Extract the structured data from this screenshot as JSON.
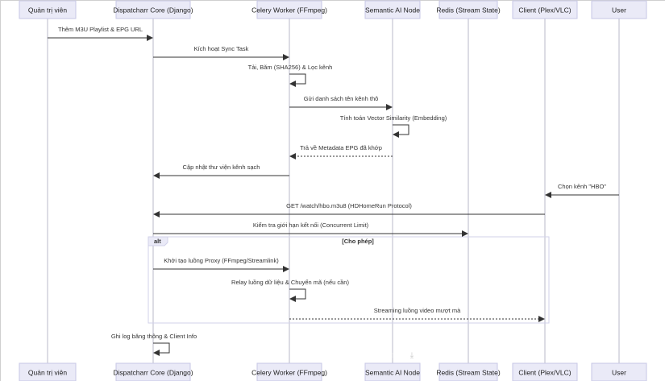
{
  "participants": [
    "Quản trị viên",
    "Dispatcharr Core (Django)",
    "Celery Worker (FFmpeg)",
    "Semantic AI Node",
    "Redis (Stream State)",
    "Client (Plex/VLC)",
    "User"
  ],
  "messages": [
    {
      "label": "Thêm M3U Playlist & EPG URL",
      "from": 0,
      "to": 1,
      "style": "solid"
    },
    {
      "label": "Kích hoạt Sync Task",
      "from": 1,
      "to": 2,
      "style": "solid"
    },
    {
      "label": "Tải, Băm (SHA256) & Lọc kênh",
      "from": 2,
      "to": 2,
      "style": "self"
    },
    {
      "label": "Gửi danh sách tên kênh thô",
      "from": 2,
      "to": 3,
      "style": "solid"
    },
    {
      "label": "Tính toán Vector Similarity (Embedding)",
      "from": 3,
      "to": 3,
      "style": "self"
    },
    {
      "label": "Trả về Metadata EPG đã khớp",
      "from": 3,
      "to": 2,
      "style": "dotted"
    },
    {
      "label": "Cập nhật thư viện kênh sạch",
      "from": 2,
      "to": 1,
      "style": "solid"
    },
    {
      "label": "Chọn kênh \"HBO\"",
      "from": 6,
      "to": 5,
      "style": "solid"
    },
    {
      "label": "GET /watch/hbo.m3u8 (HDHomeRun Protocol)",
      "from": 5,
      "to": 1,
      "style": "solid"
    },
    {
      "label": "Kiểm tra giới hạn kết nối (Concurrent Limit)",
      "from": 1,
      "to": 4,
      "style": "solid"
    },
    {
      "label": "Khởi tạo luồng Proxy (FFmpeg/Streamlink)",
      "from": 1,
      "to": 2,
      "style": "solid"
    },
    {
      "label": "Relay luồng dữ liệu & Chuyển mã (nếu cần)",
      "from": 2,
      "to": 2,
      "style": "self"
    },
    {
      "label": "Streaming luồng video mượt mà",
      "from": 2,
      "to": 5,
      "style": "dotted"
    },
    {
      "label": "Ghi log băng thông & Client Info",
      "from": 1,
      "to": 1,
      "style": "self"
    }
  ],
  "alt_block": {
    "tag": "alt",
    "condition": "[Cho phép]"
  }
}
